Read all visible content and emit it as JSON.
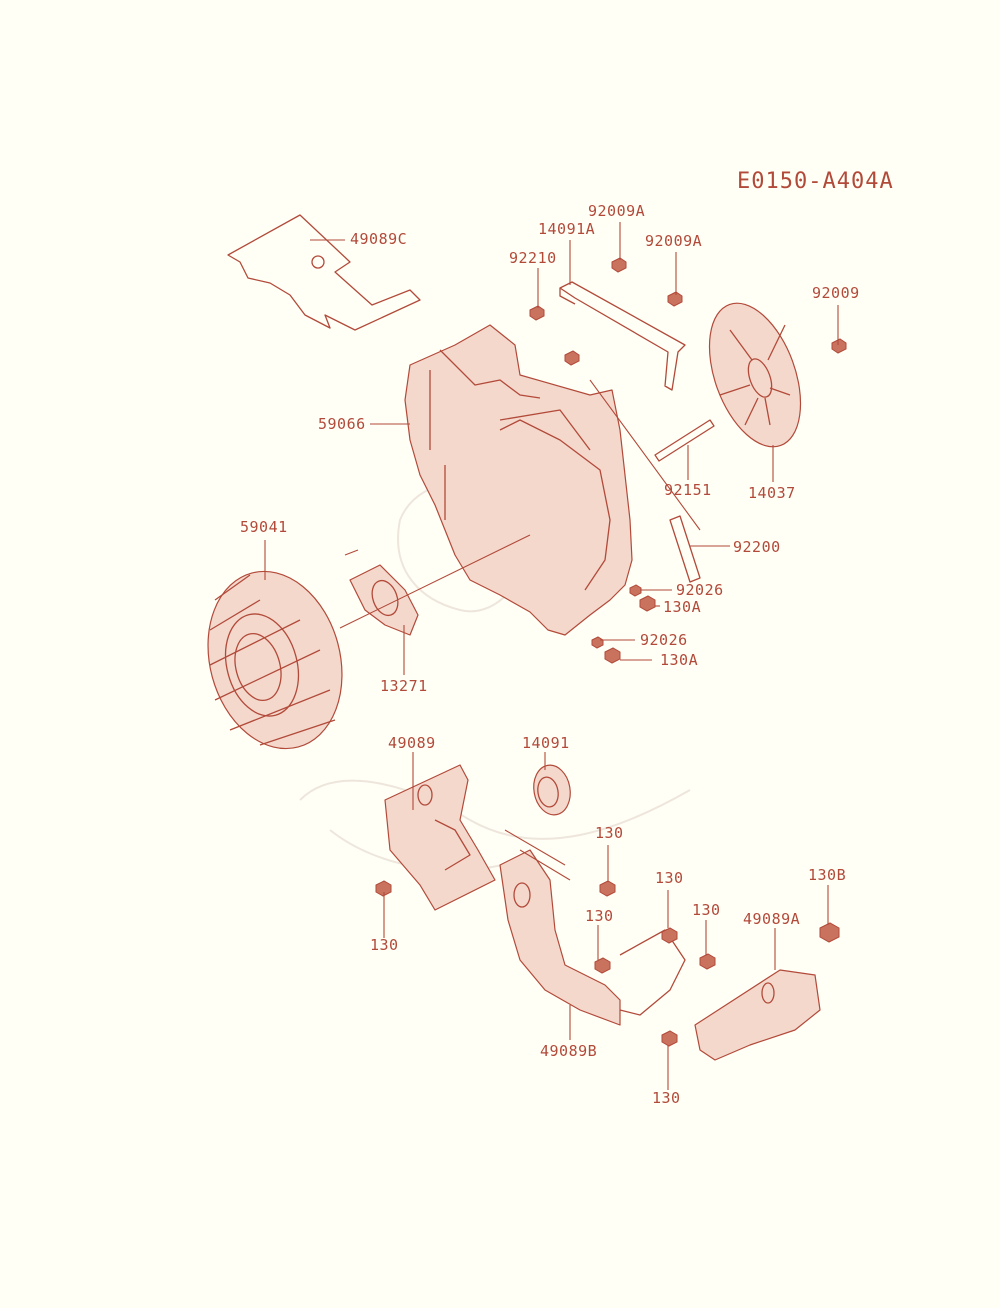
{
  "diagram_code": "E0150-A404A",
  "parts": {
    "p49089C": "49089C",
    "p92009A_1": "92009A",
    "p14091A": "14091A",
    "p92009A_2": "92009A",
    "p92210": "92210",
    "p92009": "92009",
    "p59066": "59066",
    "p92151": "92151",
    "p14037": "14037",
    "p59041": "59041",
    "p92200": "92200",
    "p92026_1": "92026",
    "p130A_1": "130A",
    "p92026_2": "92026",
    "p130A_2": "130A",
    "p13271": "13271",
    "p49089": "49089",
    "p14091": "14091",
    "p130_1": "130",
    "p130_2": "130",
    "p130_3": "130",
    "p130_4": "130",
    "p130_5": "130",
    "p130B": "130B",
    "p49089A": "49089A",
    "p49089B": "49089B",
    "p130_6": "130"
  },
  "colors": {
    "ink": "#b24a3a",
    "background": "#fffff6"
  }
}
